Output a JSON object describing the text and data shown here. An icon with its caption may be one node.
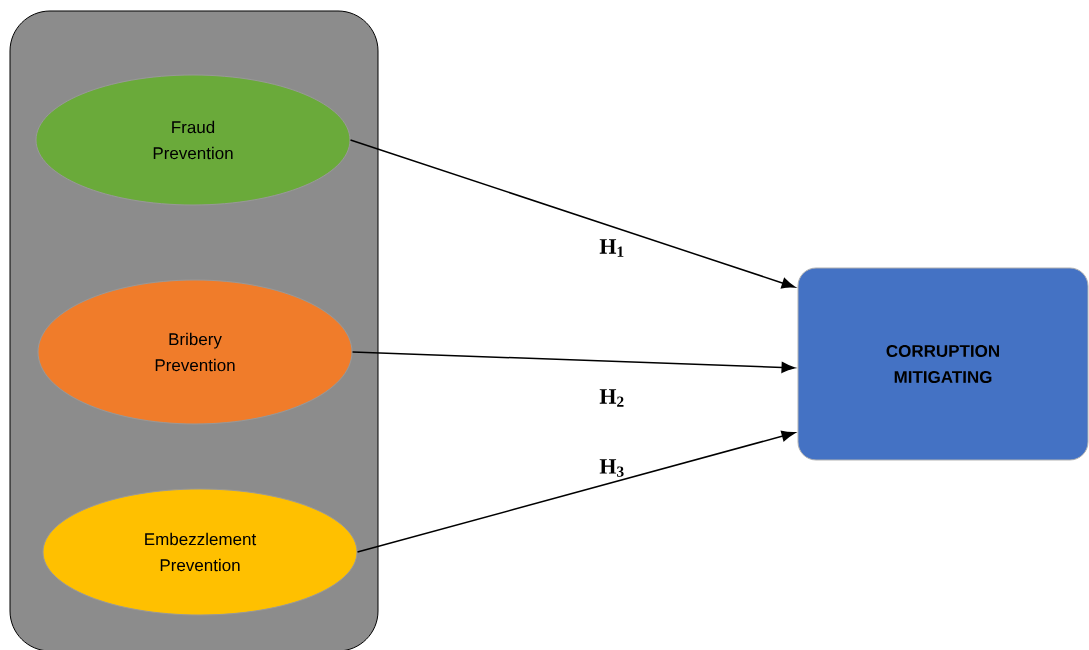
{
  "diagram": {
    "nodes": [
      {
        "text": [],
        "shape": "box"
      },
      {
        "text": [
          "Fraud Prevention"
        ],
        "in": 0
      },
      {
        "text": [
          "Bribery Prevention"
        ],
        "in": 0
      },
      {
        "text": [
          "Embezzlement Prevention"
        ],
        "in": 0
      },
      {
        "text": [
          "CORRUPTION MITIGATING"
        ]
      }
    ],
    "edges": [
      {
        "from": 1,
        "to": 4,
        "arrow": "to",
        "label": "H$_{1}$"
      },
      {
        "from": 2,
        "to": 4,
        "arrow": "to",
        "label": "H$_{2}$"
      },
      {
        "from": 3,
        "to": 4,
        "arrow": "to",
        "label": "H$_{3}$"
      }
    ]
  }
}
